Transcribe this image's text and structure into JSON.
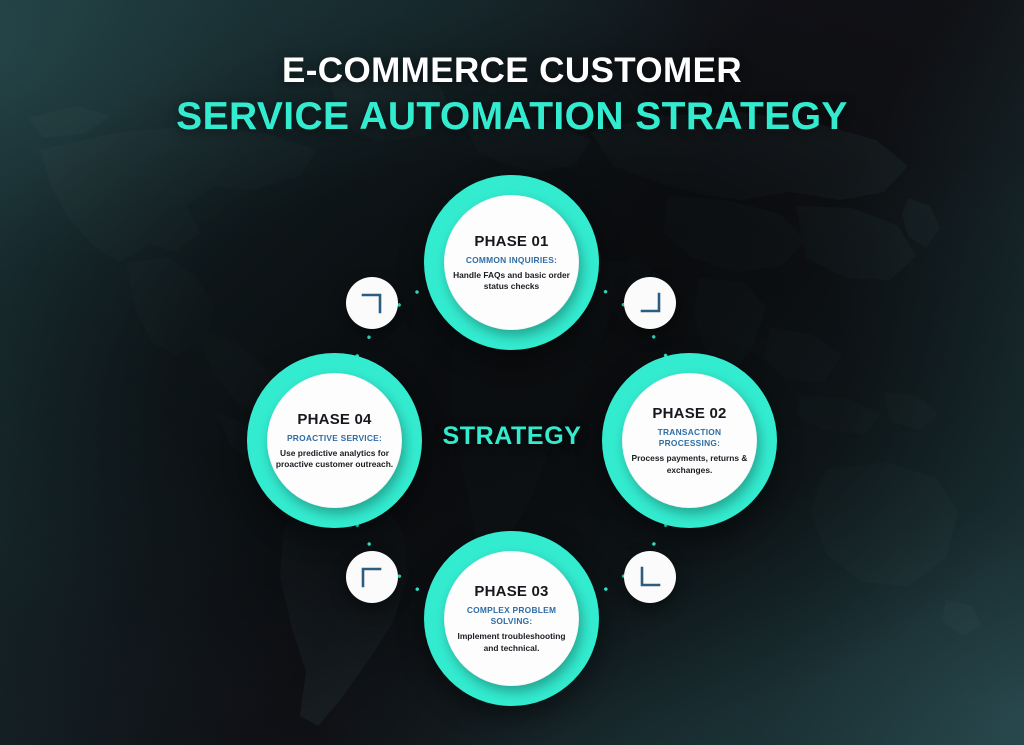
{
  "title": {
    "line1": "E-COMMERCE CUSTOMER",
    "line2": "SERVICE AUTOMATION STRATEGY"
  },
  "center": {
    "label": "STRATEGY"
  },
  "colors": {
    "accent_teal": "#33ecd0",
    "subtitle_blue": "#2f6da5",
    "card_white": "#fdfdfd",
    "background_dark": "#121317",
    "background_teal": "#27494c",
    "marker_stroke": "#2b5d80"
  },
  "phases": [
    {
      "title": "PHASE 01",
      "subtitle": "COMMON INQUIRIES:",
      "description": "Handle FAQs and basic order status checks"
    },
    {
      "title": "PHASE 02",
      "subtitle": "TRANSACTION PROCESSING:",
      "description": "Process payments, returns & exchanges."
    },
    {
      "title": "PHASE 03",
      "subtitle": "COMPLEX PROBLEM SOLVING:",
      "description": "Implement troubleshooting and technical."
    },
    {
      "title": "PHASE 04",
      "subtitle": "PROACTIVE SERVICE:",
      "description": "Use predictive analytics for proactive customer outreach."
    }
  ],
  "markers": [
    {
      "name": "elbow-top-left",
      "shape": "corner-bracket"
    },
    {
      "name": "elbow-top-right",
      "shape": "corner-bracket"
    },
    {
      "name": "elbow-bottom-left",
      "shape": "corner-bracket"
    },
    {
      "name": "elbow-bottom-right",
      "shape": "corner-bracket"
    }
  ]
}
